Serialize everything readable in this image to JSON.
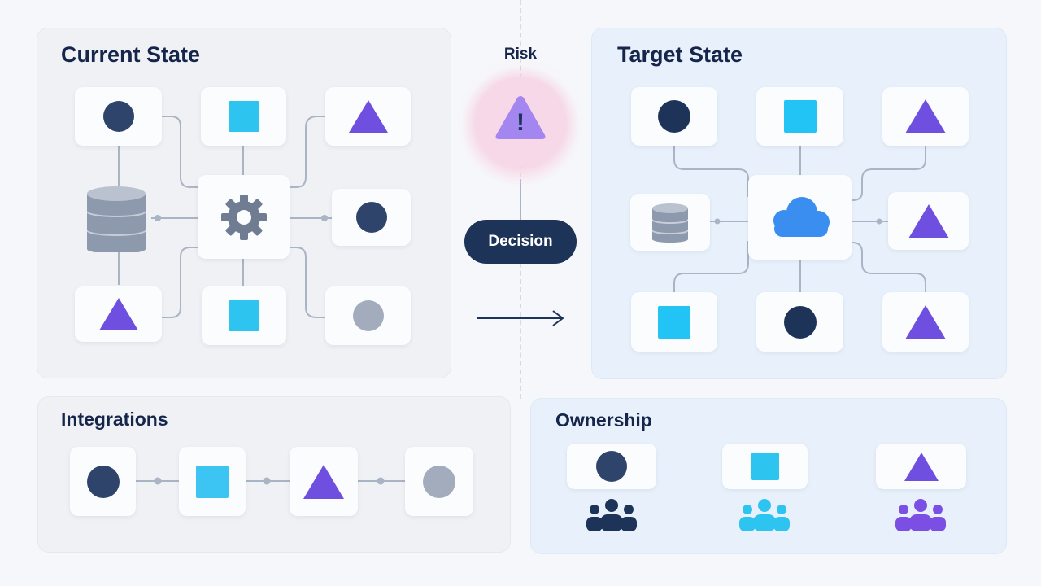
{
  "current_state": {
    "title": "Current State",
    "nodes": [
      "dark-circle",
      "cyan-square",
      "purple-triangle",
      "database",
      "gear",
      "dark-circle",
      "purple-triangle",
      "cyan-square",
      "gray-circle"
    ]
  },
  "target_state": {
    "title": "Target State",
    "nodes": [
      "dark-circle",
      "cyan-square",
      "purple-triangle",
      "database",
      "cloud",
      "purple-triangle",
      "cyan-square",
      "dark-circle",
      "purple-triangle"
    ]
  },
  "center": {
    "risk_label": "Risk",
    "risk_symbol": "!",
    "decision_label": "Decision",
    "arrow_icon": "right-arrow-icon"
  },
  "integrations": {
    "title": "Integrations",
    "nodes": [
      "dark-circle",
      "cyan-square",
      "purple-triangle",
      "gray-circle"
    ]
  },
  "ownership": {
    "title": "Ownership",
    "items": [
      {
        "shape": "dark-circle",
        "team_color": "#1e3358"
      },
      {
        "shape": "cyan-square",
        "team_color": "#2ec4f0"
      },
      {
        "shape": "purple-triangle",
        "team_color": "#7b4fe3"
      }
    ]
  },
  "colors": {
    "navy": "#1e3358",
    "dark_shape": "#2e446b",
    "cyan": "#2ec4f0",
    "purple": "#6e4fe0",
    "gray_shape": "#a3acbc",
    "line": "#a9b4c4",
    "risk_pink": "#f6d8e8",
    "warning_purple": "#a486f0",
    "blue_panel": "#e8f1fb",
    "gray_panel": "#eff1f5"
  }
}
